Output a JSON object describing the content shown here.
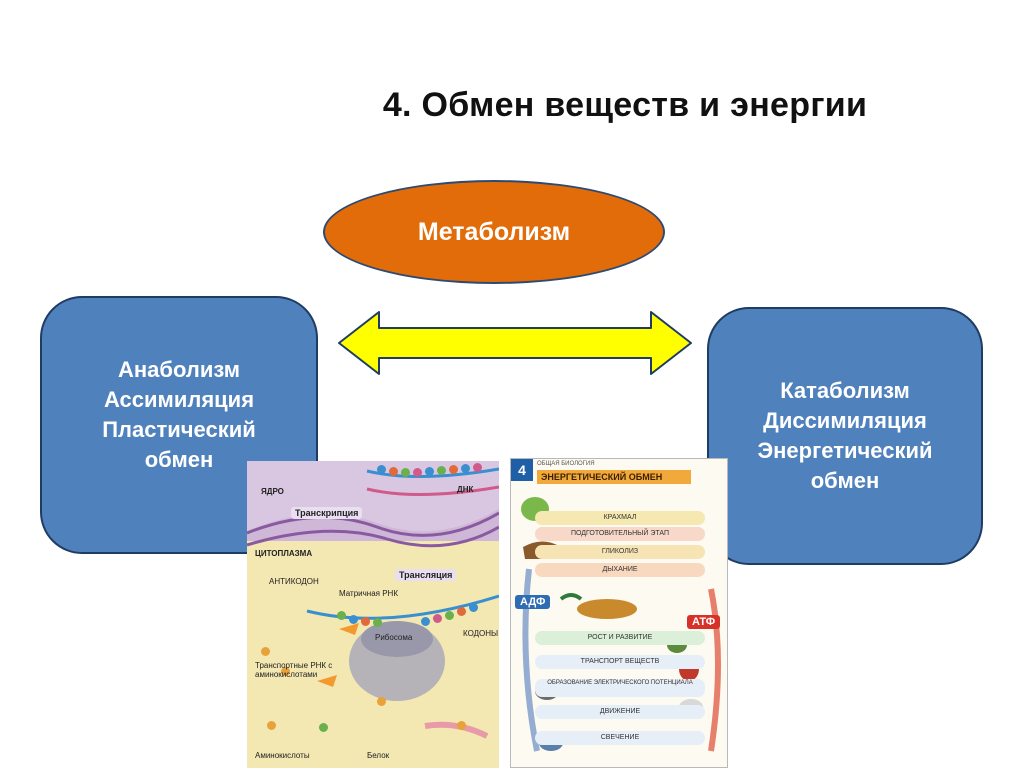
{
  "title": "4. Обмен веществ и энергии",
  "center": {
    "label": "Метаболизм",
    "color": "#e36c0a"
  },
  "left_box": {
    "lines": [
      "Анаболизм",
      "Ассимиляция",
      "Пластический",
      "обмен"
    ]
  },
  "right_box": {
    "lines": [
      "Катаболизм",
      "Диссимиляция",
      "Энергетический",
      "обмен"
    ]
  },
  "arrow": {
    "fill": "#ffff00",
    "direction": "bidirectional"
  },
  "cell_image": {
    "labels": {
      "nucleus": "ЯДРО",
      "dna": "ДНК",
      "transcription": "Транскрипция",
      "cytoplasm": "ЦИТОПЛАЗМА",
      "translation": "Трансляция",
      "anticodon": "АНТИКОДОН",
      "mrna": "Матричная РНК",
      "ribosome": "Рибосома",
      "codons": "КОДОНЫ",
      "trna": "Транспортные РНК с аминокислотами",
      "amino_acids": "Аминокислоты",
      "protein": "Белок"
    }
  },
  "poster_image": {
    "number": "4",
    "header_small": "ОБЩАЯ БИОЛОГИЯ",
    "header": "ЭНЕРГЕТИЧЕСКИЙ ОБМЕН",
    "adp": "АДФ",
    "atp": "АТФ",
    "rows": [
      "КРАХМАЛ",
      "ПОДГОТОВИТЕЛЬНЫЙ ЭТАП",
      "ГЛИКОЛИЗ",
      "ДЫХАНИЕ",
      "РОСТ И РАЗВИТИЕ",
      "ТРАНСПОРТ ВЕЩЕСТВ",
      "ОБРАЗОВАНИЕ ЭЛЕКТРИЧЕСКОГО ПОТЕНЦИАЛА",
      "ДВИЖЕНИЕ",
      "СВЕЧЕНИЕ"
    ]
  }
}
